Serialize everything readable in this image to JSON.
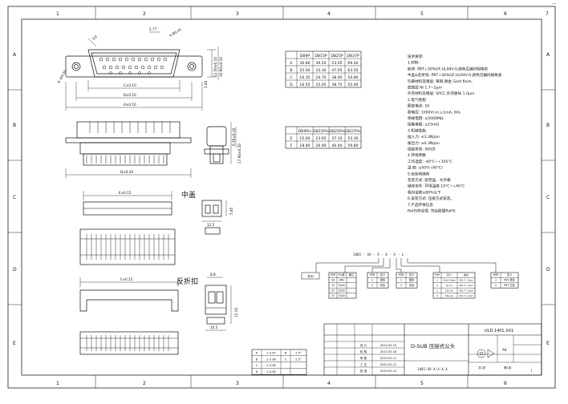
{
  "frame": {
    "column_markers": [
      "1",
      "2",
      "3",
      "4",
      "5",
      "6",
      "7"
    ],
    "row_markers": [
      "A",
      "B",
      "C",
      "D",
      "E"
    ],
    "top_right_mark": "—"
  },
  "drawing": {
    "dims_top_view": [
      "1/2",
      "2.77",
      "4-Ø3.05",
      "8 -Ø3.05",
      "C±0.10",
      "B±0.10",
      "A±0.10",
      "2.84",
      "12.50±0.10",
      "10.90±0.10",
      "4-4.59±0.05"
    ],
    "dims_side_view": [
      "D±0.20",
      "17.90±0.20",
      "6.70±0.10"
    ],
    "dims_middle": [
      "E±0.15",
      "12.5",
      "5.85"
    ],
    "dims_bottom": [
      "F±0.15",
      "8.8",
      "10.5",
      "12.10"
    ],
    "label_middle_cover": "中盖",
    "label_folding_buckle": "反折扣"
  },
  "dim_table_1": {
    "headers": [
      "",
      "DB9P",
      "DB15P",
      "DB25P",
      "DB37P"
    ],
    "rows": [
      [
        "A",
        "30.80",
        "39.20",
        "53.05",
        "69.40"
      ],
      [
        "B",
        "25.00",
        "33.30",
        "47.05",
        "63.50"
      ],
      [
        "C",
        "16.35",
        "24.70",
        "38.40",
        "54.80"
      ],
      [
        "D",
        "16.55",
        "25.05",
        "38.75",
        "55.00"
      ]
    ]
  },
  "dim_table_2": {
    "headers": [
      "",
      "DB9Pin",
      "DB15Pin",
      "DB25Pin",
      "DB37Pin"
    ],
    "rows": [
      [
        "E",
        "15.60",
        "23.65",
        "37.10",
        "53.30"
      ],
      [
        "F",
        "18.80",
        "26.90",
        "40.40",
        "59.80"
      ]
    ]
  },
  "tech_notes": [
    "技术要求:",
    "1.材料:",
    "   胶体: PBT+30%GF,UL94V-0,颜色见编码规格表",
    "   中盖&反折扣: PBT+30%GF,UL94V-0,颜色见编码规格表",
    "   引脚材料及镀层: 黄铜,镀金 Gold flash,",
    "   底镀层 Ni 1.7~2μm",
    "   外壳材料及镀层: SPCC,外壳镀Ni 1.0μm",
    "2.电气性能:",
    "   额定电流: 5A",
    "   耐电压: 1000Vr.m.s,1mA, 60s",
    "   绝缘电阻: ≥5000MΩ",
    "   接触电阻: ≤15mΩ",
    "3.机械性能:",
    "   插入力: ≤3.3N/pin",
    "   拔出力: ≥0.3N/pin",
    "   插拔寿命: 500次",
    "4.环境参数",
    "   工作温度: -40℃~+105℃",
    "   湿   度: ≤95% (40℃)",
    "5.包装和储存",
    "   包装方式: 吸塑盒、大外箱",
    "   储存条件: 环境温度-10℃~+40℃",
    "   相对湿度≤80%以下",
    "6.安装方式: 压接方式安装。",
    "7.产品环保信息",
    "   RoHS符合性: 符合欧盟RoHS"
  ],
  "part_code": {
    "code": "1401 - XX - X - X - X - 1",
    "box1": "系列",
    "box2_headers": [
      "代号",
      "Pin数",
      "备注"
    ],
    "box2_rows": [
      [
        "09",
        "9Pin",
        ""
      ],
      [
        "15",
        "15pin",
        ""
      ],
      [
        "25",
        "25pin",
        ""
      ],
      [
        "37",
        "37pin",
        ""
      ]
    ],
    "box3_headers": [
      "代号",
      "定义"
    ],
    "box3_rows": [
      [
        "1",
        "黑色"
      ],
      [
        "2",
        "灰色"
      ]
    ],
    "box4_headers": [
      "代号",
      "定义"
    ],
    "box4_rows": [
      [
        "1",
        "黑色"
      ],
      [
        "2",
        "灰色"
      ]
    ],
    "box5_headers": [
      "代号",
      "定义",
      "备注"
    ],
    "box5_rows": [
      [
        "1",
        "Gold Flash",
        "Ni1.7~2μm"
      ],
      [
        "2",
        "3μ Au",
        "Ni1.7~2μm"
      ],
      [
        "3",
        "15μ Au",
        "Ni1.7~2μm"
      ],
      [
        "4",
        "30μ Au",
        "Ni1.7~2μm"
      ]
    ],
    "box6_headers": [
      "代号",
      "定义"
    ],
    "box6_rows": [
      [
        "1",
        "PBT 黑色"
      ],
      [
        "2",
        "PBT 白色"
      ]
    ]
  },
  "revision_table": {
    "rows": [
      [
        "A",
        "2.0.50",
        "B",
        "2.5°"
      ],
      [
        "B",
        "2.0.38",
        "C",
        "2.5°"
      ],
      [
        "C",
        "2.0.38",
        "",
        " "
      ],
      [
        "D",
        "2.0.38",
        "",
        ""
      ]
    ]
  },
  "title_block": {
    "drawing_no": "ULD.1401.XX1",
    "title": "D-SUB 压接式公头",
    "part_no": "1401-XX-X-X-X-X",
    "sign_rows": [
      [
        "设 计",
        "2010.05.19"
      ],
      [
        "校 核",
        "2010.05.16"
      ],
      [
        "审 核",
        "2010.05.11"
      ],
      [
        "工 艺",
        "2010.05.12"
      ],
      [
        "批 准",
        "2010.05.14"
      ]
    ],
    "sheet": "共1张",
    "sheet_no": "第1张",
    "scale": "A0",
    "revision": "I"
  }
}
